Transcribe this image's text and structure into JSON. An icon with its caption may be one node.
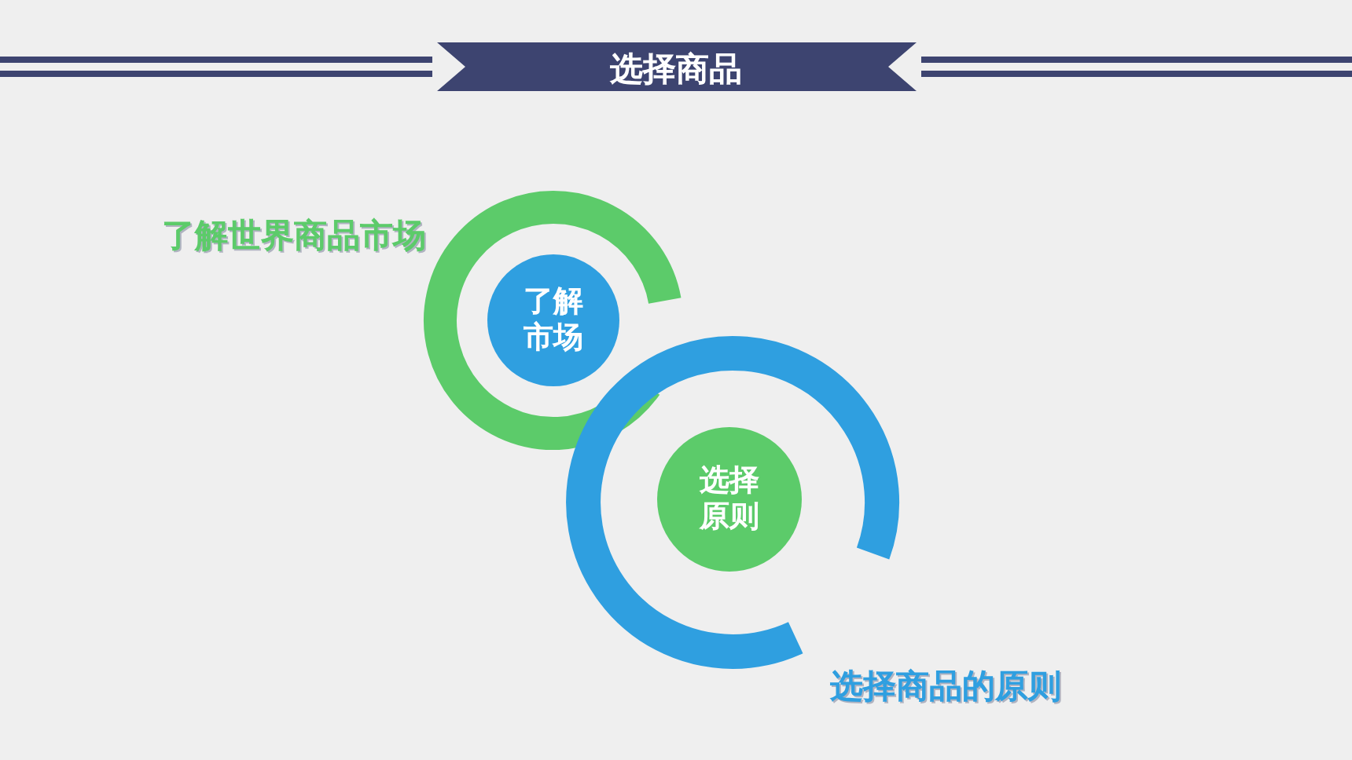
{
  "diagram": {
    "title": "选择商品",
    "nodes": [
      {
        "text": [
          "了解市场"
        ]
      },
      {
        "text": [
          "选择原则"
        ]
      }
    ],
    "labels": [
      "了解世界商品市场",
      "选择商品的原则"
    ]
  }
}
